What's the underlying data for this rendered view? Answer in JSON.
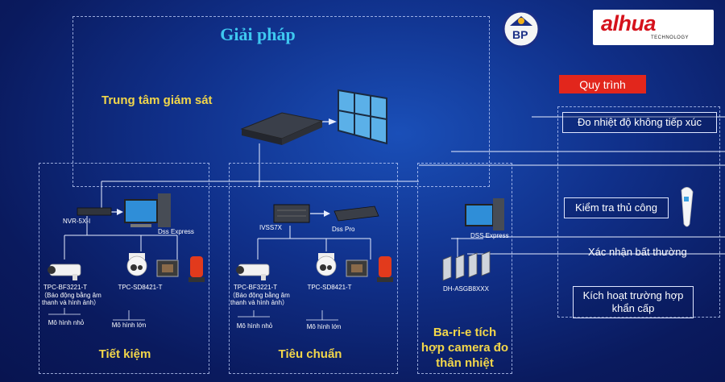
{
  "title": "Giải pháp",
  "center": {
    "label": "Trung tâm giám sát"
  },
  "tiers": [
    {
      "label": "Tiết kiệm",
      "nvr": "NVR-5X-I",
      "software": "Dss Express",
      "camera1": "TPC-BF3221-T",
      "camera1_note": "（Báo động bằng âm thanh và hình ảnh）",
      "camera2": "TPC-SD8421-T",
      "model_small": "Mô hình nhỏ",
      "model_medium": "Mô hình lớn"
    },
    {
      "label": "Tiêu chuẩn",
      "server": "IVSS7X",
      "software": "Dss Pro",
      "camera1": "TPC-BF3221-T",
      "camera1_note": "（Báo động bằng âm thanh và hình ảnh）",
      "camera2": "TPC-SD8421-T",
      "model_small": "Mô hình nhỏ",
      "model_medium": "Mô hình lớn"
    },
    {
      "label": "Ba-ri-e tích hợp camera đo thân nhiệt",
      "software": "DSS Express",
      "barrier": "DH-ASGB8XXX"
    }
  ],
  "process": {
    "header": "Quy trình",
    "steps": [
      "Đo nhiệt độ không tiếp xúc",
      "Kiểm tra thủ công",
      "Xác nhận bất thường",
      "Kích hoạt trường hợp khẩn cấp"
    ]
  },
  "logos": {
    "brand": "alhua",
    "brand_sub": "TECHNOLOGY",
    "bp": "BP"
  },
  "colors": {
    "accent_title": "#3ec8f0",
    "accent_label": "#f2d64a",
    "quy_trinh_bg": "#e2261c"
  }
}
